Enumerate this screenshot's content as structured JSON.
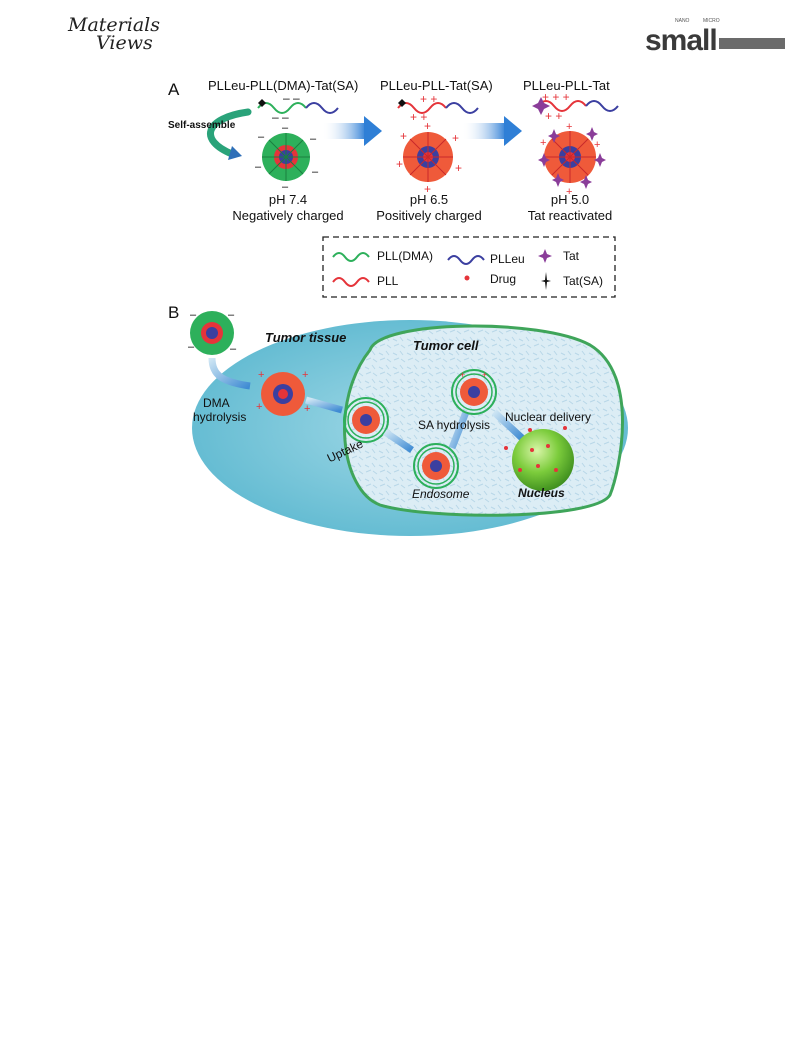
{
  "header": {
    "publisher_logo_line1": "Materials",
    "publisher_logo_line2": "Views",
    "journal_name": "small",
    "journal_tag_left": "NANO",
    "journal_tag_right": "MICRO"
  },
  "panel_a": {
    "letter": "A",
    "polymers": [
      "PLLeu-PLL(DMA)-Tat(SA)",
      "PLLeu-PLL-Tat(SA)",
      "PLLeu-PLL-Tat"
    ],
    "self_assemble": "Self-assemble",
    "stages": [
      {
        "ph": "pH 7.4",
        "charge": "Negatively charged"
      },
      {
        "ph": "pH 6.5",
        "charge": "Positively charged"
      },
      {
        "ph": "pH 5.0",
        "charge": "Tat reactivated"
      }
    ],
    "legend": {
      "pll_dma": "PLL(DMA)",
      "plleu": "PLLeu",
      "tat": "Tat",
      "pll": "PLL",
      "drug": "Drug",
      "tat_sa": "Tat(SA)"
    },
    "colors": {
      "pll_dma": "#2db05b",
      "pll": "#e5343a",
      "plleu": "#3b3fa0",
      "tat": "#8a3d99",
      "drug": "#e5343a",
      "tat_sa": "#111111"
    }
  },
  "panel_b": {
    "letter": "B",
    "tumor_tissue": "Tumor tissue",
    "tumor_cell": "Tumor cell",
    "dma_hydrolysis_1": "DMA",
    "dma_hydrolysis_2": "hydrolysis",
    "uptake": "Uptake",
    "sa_hydrolysis": "SA hydrolysis",
    "nuclear_delivery": "Nuclear delivery",
    "endosome": "Endosome",
    "nucleus": "Nucleus",
    "colors": {
      "tissue": "#6cc3d8",
      "cell_fill": "#d7ebf3",
      "cell_border": "#3fa55a",
      "nucleus": "#5cb82e"
    }
  }
}
